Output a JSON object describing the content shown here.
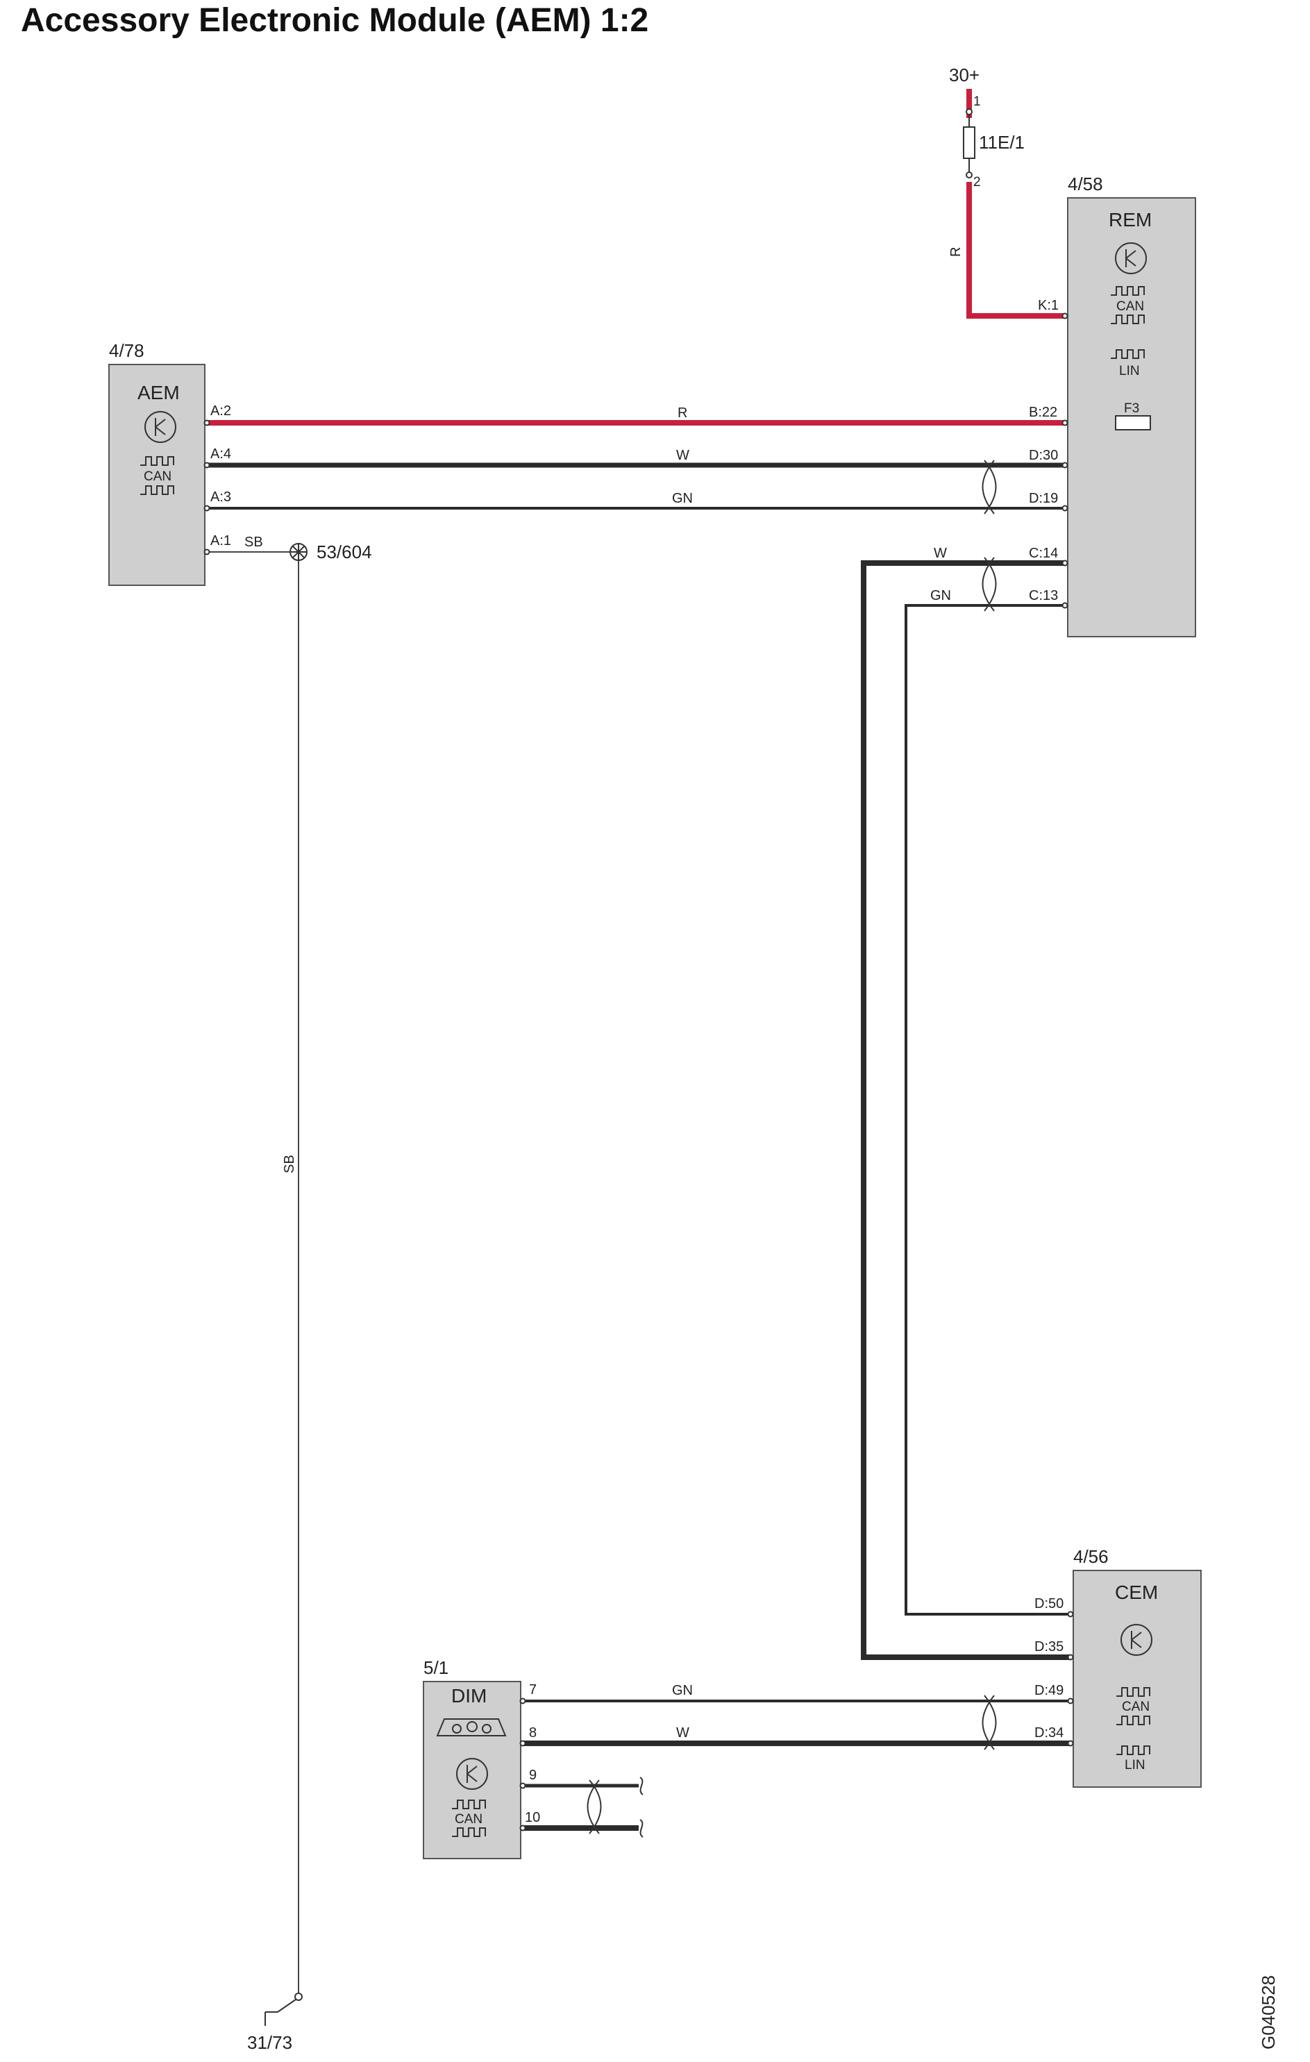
{
  "title": "Accessory Electronic Module (AEM) 1:2",
  "drawing_id": "G040528",
  "colors": {
    "red_wire": "#c8203c",
    "black_wire": "#2b2b2b",
    "module_fill": "#cfcfcf",
    "module_stroke": "#555555"
  },
  "power": {
    "label": "30+",
    "fuse": "11E/1",
    "pin_top": "1",
    "pin_bottom": "2",
    "wire_color": "R"
  },
  "ground": {
    "label": "31/73"
  },
  "splice": {
    "label": "53/604"
  },
  "modules": {
    "aem": {
      "ref": "4/78",
      "name": "AEM",
      "can_label": "CAN",
      "pins": [
        "A:2",
        "A:4",
        "A:3",
        "A:1"
      ]
    },
    "rem": {
      "ref": "4/58",
      "name": "REM",
      "can_label": "CAN",
      "lin_label": "LIN",
      "fuse_label": "F3",
      "pins": [
        "K:1",
        "B:22",
        "D:30",
        "D:19",
        "C:14",
        "C:13"
      ]
    },
    "cem": {
      "ref": "4/56",
      "name": "CEM",
      "can_label": "CAN",
      "lin_label": "LIN",
      "pins": [
        "D:50",
        "D:35",
        "D:49",
        "D:34"
      ]
    },
    "dim": {
      "ref": "5/1",
      "name": "DIM",
      "can_label": "CAN",
      "pins": [
        "7",
        "8",
        "9",
        "10"
      ]
    }
  },
  "wire_labels": {
    "aem_rem_power": "R",
    "aem_rem_can_high": "W",
    "aem_rem_can_low": "GN",
    "aem_ground_short": "SB",
    "ground_vertical": "SB",
    "rem_c14": "W",
    "rem_c13": "GN",
    "dim_cem_gn": "GN",
    "dim_cem_w": "W"
  }
}
